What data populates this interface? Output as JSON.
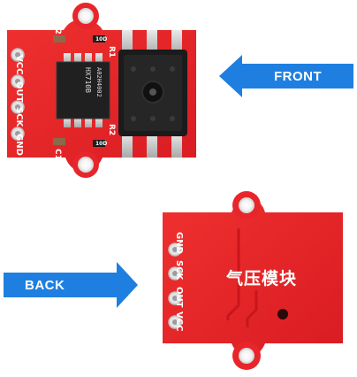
{
  "front_arrow": {
    "label": "FRONT",
    "color": "#1f7fe0"
  },
  "back_arrow": {
    "label": "BACK",
    "color": "#1f7fe0"
  },
  "front_board": {
    "pins": [
      "VCC",
      "OUT",
      "SCK",
      "GND"
    ],
    "capacitors": [
      "C2",
      "C1"
    ],
    "resistors": [
      "R1",
      "R2"
    ],
    "resistor_values": [
      "10D",
      "10D"
    ],
    "chip_marking": [
      "HX710B",
      "A02H4002"
    ],
    "board_color": "#e8202a"
  },
  "back_board": {
    "pins": [
      "GND",
      "SCK",
      "OUT",
      "VCC"
    ],
    "title": "气压模块",
    "board_color": "#e8202a"
  }
}
